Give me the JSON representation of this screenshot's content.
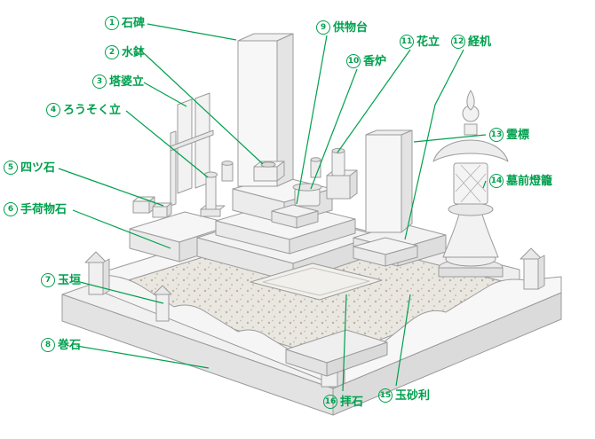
{
  "diagram": {
    "accent_color": "#00A04E",
    "labels": [
      {
        "num": "1",
        "label": "石碑"
      },
      {
        "num": "2",
        "label": "水鉢"
      },
      {
        "num": "3",
        "label": "塔婆立"
      },
      {
        "num": "4",
        "label": "ろうそく立"
      },
      {
        "num": "5",
        "label": "四ツ石"
      },
      {
        "num": "6",
        "label": "手荷物石"
      },
      {
        "num": "7",
        "label": "玉垣"
      },
      {
        "num": "8",
        "label": "巻石"
      },
      {
        "num": "9",
        "label": "供物台"
      },
      {
        "num": "10",
        "label": "香炉"
      },
      {
        "num": "11",
        "label": "花立"
      },
      {
        "num": "12",
        "label": "経机"
      },
      {
        "num": "13",
        "label": "霊標"
      },
      {
        "num": "14",
        "label": "墓前燈籠"
      },
      {
        "num": "15",
        "label": "玉砂利"
      },
      {
        "num": "16",
        "label": "拝石"
      }
    ]
  }
}
